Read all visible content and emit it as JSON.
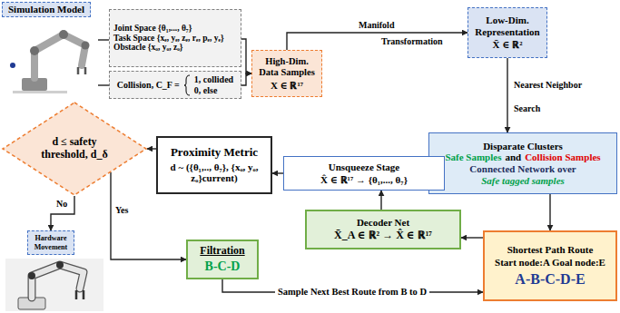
{
  "diagram": {
    "nodes": [
      {
        "text": [
          "Simulation Model"
        ]
      },
      {
        "text": [
          "Joint Space {θ₁,..., θ₇}",
          "Task Space {xₑ, yₑ, zₑ, rₑ, pₑ, yₑ}",
          "Obstacle {xₒ, yₒ, zₒ}"
        ]
      },
      {
        "text": [
          "Collision, C_F =",
          "1, collided",
          "0, else"
        ]
      },
      {
        "text": [
          "High-Dim. Data Samples",
          "X ∈ ℝ¹⁷"
        ]
      },
      {
        "text": [
          "Low-Dim. Representation",
          "X̄ ∈ ℝ²"
        ]
      },
      {
        "text": [
          "Disparate Clusters",
          "Safe Samples",
          "and",
          "Collision Samples",
          "Connected Network over",
          "Safe tagged samples"
        ]
      },
      {
        "text": [
          "Shortest Path Route",
          "Start node:A Goal node:E",
          "A-B-C-D-E"
        ]
      },
      {
        "text": [
          "Decoder Net",
          "X̄_A ∈ ℝ² → X̂ ∈ ℝ¹⁷"
        ]
      },
      {
        "text": [
          "Unsqueeze Stage",
          "X̂ ∈ ℝ¹⁷ → {θ₁,..., θ₇}"
        ]
      },
      {
        "text": [
          "Proximity Metric",
          "d ~ ({θ₁,.., θ₇}, {xₒ, yₒ, zₒ}current)"
        ]
      },
      {
        "text": [
          "d ≤ safety threshold, d_δ"
        ]
      },
      {
        "text": [
          "Hardware Movement"
        ]
      },
      {
        "text": [
          "Filtration",
          "B-C-D"
        ]
      }
    ],
    "edges": [
      {
        "from": 0,
        "to": 1,
        "arrow": "none"
      },
      {
        "from": 0,
        "to": 2,
        "arrow": "none"
      },
      {
        "from": 1,
        "to": 3,
        "arrow": "to"
      },
      {
        "from": 2,
        "to": 3,
        "arrow": "to"
      },
      {
        "from": 3,
        "to": 4,
        "arrow": "to"
      },
      {
        "from": 4,
        "to": 5,
        "arrow": "to"
      },
      {
        "from": 5,
        "to": 6,
        "arrow": "to"
      },
      {
        "from": 6,
        "to": 7,
        "arrow": "to"
      },
      {
        "from": 7,
        "to": 8,
        "arrow": "to"
      },
      {
        "from": 8,
        "to": 9,
        "arrow": "to"
      },
      {
        "from": 9,
        "to": 10,
        "arrow": "to"
      },
      {
        "from": 10,
        "to": 11,
        "label": "No",
        "arrow": "to"
      },
      {
        "from": 10,
        "to": 12,
        "label": "Yes",
        "arrow": "to"
      },
      {
        "from": 12,
        "to": 6,
        "label": "Sample Next Best Route from B to D",
        "arrow": "to"
      }
    ],
    "labels": [
      "Manifold",
      "Transformation",
      "Nearest Neighbor",
      "Search"
    ]
  }
}
